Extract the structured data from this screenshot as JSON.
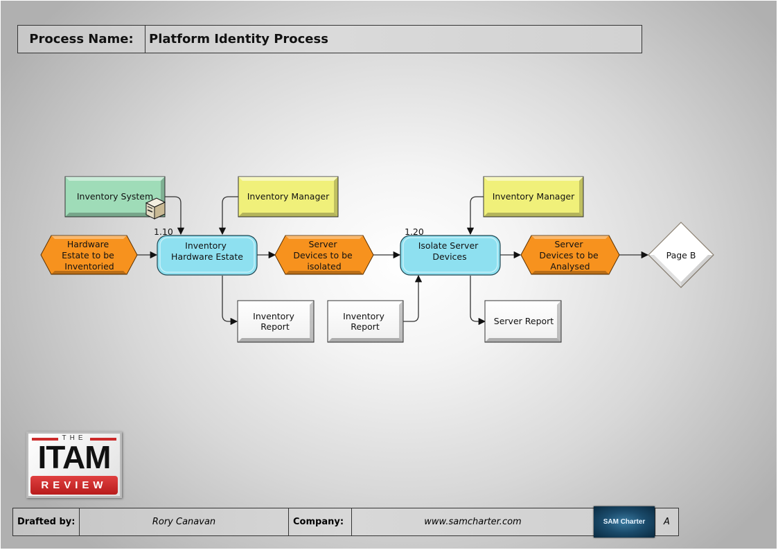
{
  "header": {
    "label": "Process Name:",
    "value": "Platform Identity Process"
  },
  "diagram": {
    "nodes": {
      "inventory_system": {
        "lines": [
          "Inventory System"
        ],
        "type": "system",
        "icon": "server-icon",
        "color": "#9fdcb8"
      },
      "inventory_manager_1": {
        "lines": [
          "Inventory Manager"
        ],
        "type": "role",
        "color": "#f0f07a"
      },
      "inventory_manager_2": {
        "lines": [
          "Inventory Manager"
        ],
        "type": "role",
        "color": "#f0f07a"
      },
      "hardware_estate": {
        "lines": [
          "Hardware",
          "Estate to be",
          "Inventoried"
        ],
        "type": "event",
        "color": "#f7921e"
      },
      "step_110": {
        "lines": [
          "Inventory",
          "Hardware Estate"
        ],
        "type": "activity",
        "number": "1.10",
        "color": "#8ee0f0"
      },
      "server_devices_isolated": {
        "lines": [
          "Server",
          "Devices to be",
          "isolated"
        ],
        "type": "event",
        "color": "#f7921e"
      },
      "step_120": {
        "lines": [
          "Isolate Server",
          "Devices"
        ],
        "type": "activity",
        "number": "1.20",
        "color": "#8ee0f0"
      },
      "server_devices_analysed": {
        "lines": [
          "Server",
          "Devices to be",
          "Analysed"
        ],
        "type": "event",
        "color": "#f7921e"
      },
      "page_b": {
        "lines": [
          "Page B"
        ],
        "type": "connector",
        "color": "#ffffff"
      },
      "inventory_report_out": {
        "lines": [
          "Inventory",
          "Report"
        ],
        "type": "document",
        "color": "#ffffff"
      },
      "inventory_report_in": {
        "lines": [
          "Inventory",
          "Report"
        ],
        "type": "document",
        "color": "#ffffff"
      },
      "server_report": {
        "lines": [
          "Server Report"
        ],
        "type": "document",
        "color": "#ffffff"
      }
    },
    "edges": [
      {
        "from": "inventory_system",
        "to": "step_110"
      },
      {
        "from": "inventory_manager_1",
        "to": "step_110"
      },
      {
        "from": "hardware_estate",
        "to": "step_110"
      },
      {
        "from": "step_110",
        "to": "server_devices_isolated"
      },
      {
        "from": "step_110",
        "to": "inventory_report_out"
      },
      {
        "from": "server_devices_isolated",
        "to": "step_120"
      },
      {
        "from": "inventory_report_in",
        "to": "step_120"
      },
      {
        "from": "inventory_manager_2",
        "to": "step_120"
      },
      {
        "from": "step_120",
        "to": "server_devices_analysed"
      },
      {
        "from": "step_120",
        "to": "server_report"
      },
      {
        "from": "server_devices_analysed",
        "to": "page_b"
      }
    ]
  },
  "logos": {
    "itam": {
      "the": "THE",
      "itam": "ITAM",
      "review": "REVIEW"
    },
    "sam": "SAM Charter"
  },
  "footer": {
    "drafted_label": "Drafted by:",
    "drafted_value": "Rory Canavan",
    "company_label": "Company:",
    "company_value": "www.samcharter.com",
    "revision": "A"
  }
}
